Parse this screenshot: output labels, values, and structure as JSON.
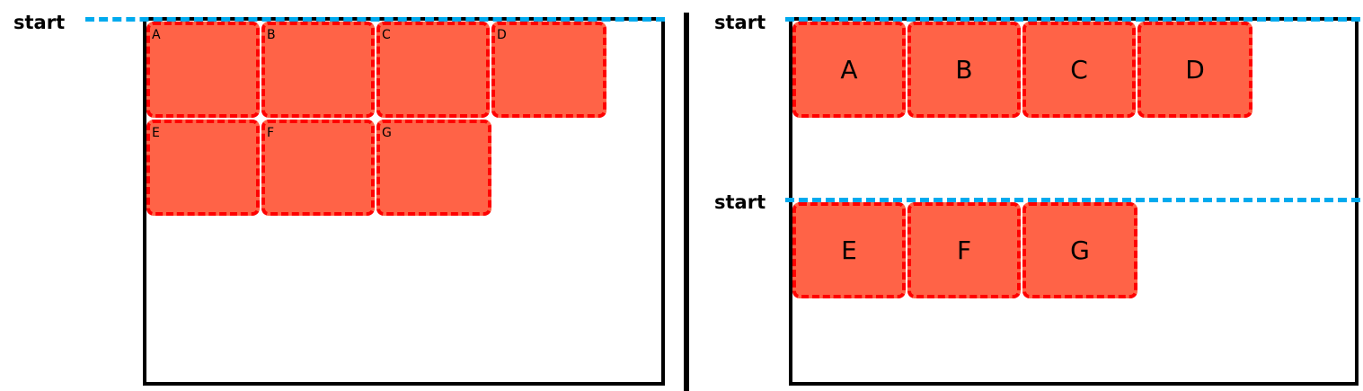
{
  "colors": {
    "item_fill": "#ff6347",
    "item_border": "#ff0000",
    "start_line": "#00aaee",
    "container_border": "#000000"
  },
  "left_panel": {
    "start_label": "start",
    "items": [
      "A",
      "B",
      "C",
      "D",
      "E",
      "F",
      "G"
    ]
  },
  "right_panel": {
    "row1": {
      "start_label": "start",
      "items": [
        "A",
        "B",
        "C",
        "D"
      ]
    },
    "row2": {
      "start_label": "start",
      "items": [
        "E",
        "F",
        "G"
      ]
    }
  }
}
